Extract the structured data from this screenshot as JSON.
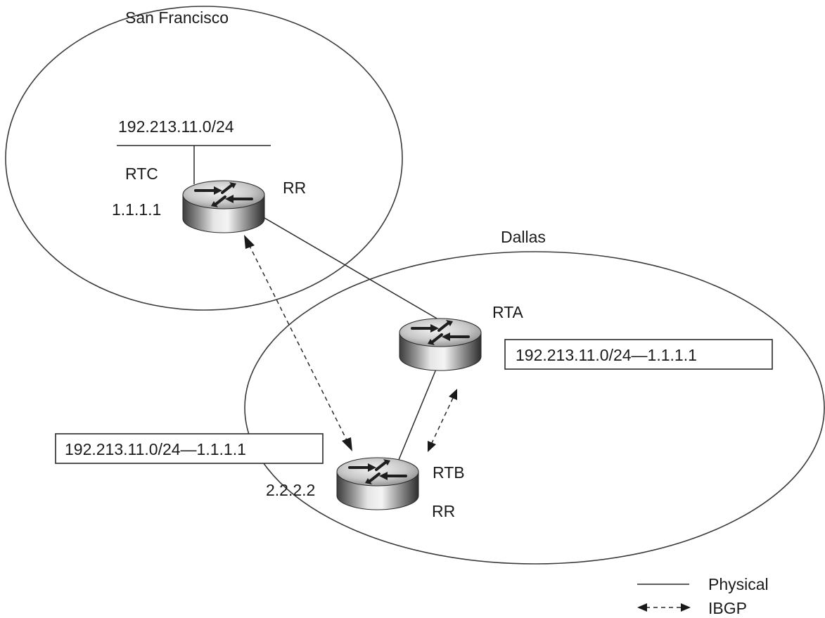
{
  "regions": {
    "san_francisco": "San Francisco",
    "dallas": "Dallas"
  },
  "subnet": "192.213.11.0/24",
  "routers": {
    "rtc": {
      "name": "RTC",
      "address": "1.1.1.1",
      "role": "RR"
    },
    "rta": {
      "name": "RTA"
    },
    "rtb": {
      "name": "RTB",
      "address": "2.2.2.2",
      "role": "RR"
    }
  },
  "route_entries": {
    "rta": "192.213.11.0/24—1.1.1.1",
    "rtb": "192.213.11.0/24—1.1.1.1"
  },
  "legend": {
    "physical": "Physical",
    "ibgp": "IBGP"
  },
  "icons": {
    "router": "router-icon"
  }
}
